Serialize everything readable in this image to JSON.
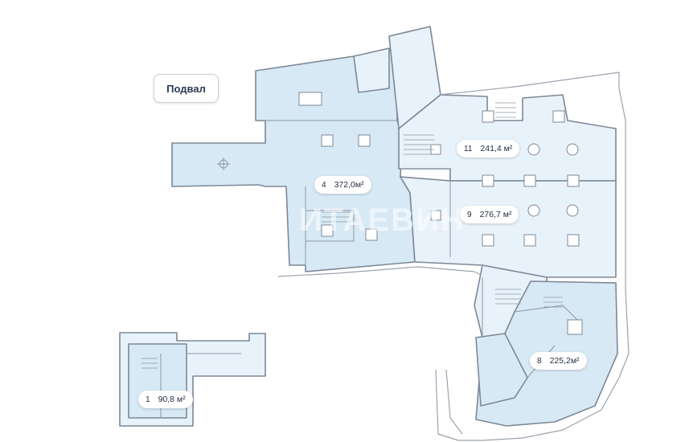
{
  "floor_label": "Подвал",
  "watermark": "ИТАЕВИН",
  "rooms": [
    {
      "number": "4",
      "area": "372,0м²"
    },
    {
      "number": "11",
      "area": "241,4 м²"
    },
    {
      "number": "9",
      "area": "276,7 м²"
    },
    {
      "number": "8",
      "area": "225,2м²"
    },
    {
      "number": "1",
      "area": "90,8 м²"
    }
  ],
  "colors": {
    "room_fill": "#d7e9f5",
    "room_fill_light": "#e8f2fa",
    "wall": "#7d8896",
    "badge_text": "#1f2a3d"
  }
}
